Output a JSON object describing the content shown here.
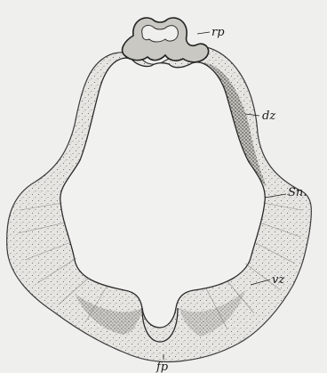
{
  "figure": {
    "background": "#efefed",
    "ink_color": "#1a1a1a",
    "labels": {
      "rp": "rp",
      "dz": "dz",
      "sn": "Sn.",
      "vz": "vz",
      "fp": "fp"
    }
  }
}
